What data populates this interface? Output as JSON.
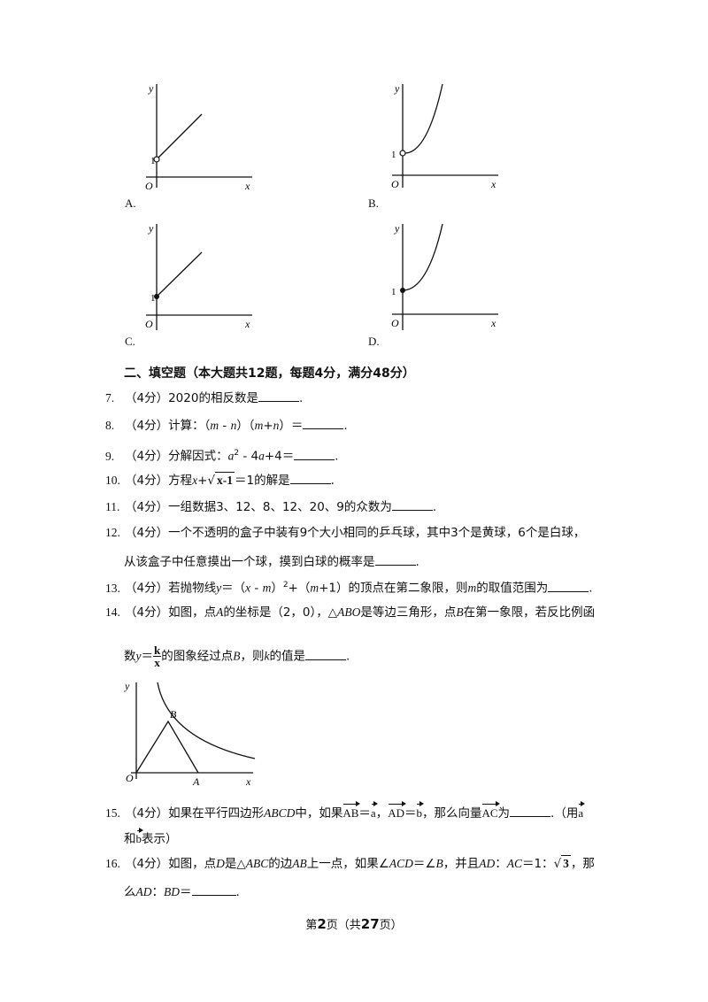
{
  "options": {
    "a": "A.",
    "b": "B.",
    "c": "C.",
    "d": "D."
  },
  "axis": {
    "x": "x",
    "y": "y",
    "origin": "O",
    "one": "1"
  },
  "section": {
    "title": "二、填空题（本大题共12题，每题4分，满分48分）"
  },
  "questions": {
    "q7": {
      "num": "7.",
      "score": "（4分）",
      "text": "2020的相反数是",
      "end": "."
    },
    "q8": {
      "num": "8.",
      "score": "（4分）",
      "pre": "计算：（",
      "m": "m",
      "minus": " - ",
      "n": "n",
      "mid": "）（",
      "m2": "m",
      "plus": "+",
      "n2": "n",
      "post": "）＝",
      "end": "."
    },
    "q9": {
      "num": "9.",
      "score": "（4分）",
      "pre": "分解因式：",
      "a": "a",
      "sup": "2",
      "mid": " - 4",
      "a2": "a",
      "post": "+4＝",
      "end": "."
    },
    "q10": {
      "num": "10.",
      "score": "（4分）",
      "pre": "方程",
      "x": "x",
      "plus": "+",
      "rad": "x-1",
      "post": "＝1的解是",
      "end": "."
    },
    "q11": {
      "num": "11.",
      "score": "（4分）",
      "text": "一组数据3、12、8、12、20、9的众数为",
      "end": "."
    },
    "q12": {
      "num": "12.",
      "score": "（4分）",
      "text": "一个不透明的盒子中装有9个大小相同的乒乓球，其中3个是黄球，6个是白球，",
      "cont": "从该盒子中任意摸出一个球，摸到白球的概率是",
      "end": "."
    },
    "q13": {
      "num": "13.",
      "score": "（4分）",
      "pre": "若抛物线",
      "y": "y",
      "eq": "＝（",
      "x": "x",
      "minus": " - ",
      "m": "m",
      "close": "）",
      "sup": "2",
      "plus": "+（",
      "m2": "m",
      "post": "+1）的顶点在第二象限，则",
      "m3": "m",
      "post2": "的取值范围为",
      "end": "."
    },
    "q14": {
      "num": "14.",
      "score": "（4分）",
      "pre": "如图，点",
      "A": "A",
      "mid": "的坐标是（2，0），△",
      "ABO": "ABO",
      "mid2": "是等边三角形，点",
      "B": "B",
      "post": "在第一象限，若反比例函",
      "cont_pre": "数",
      "y": "y",
      "eq": "＝",
      "k": "k",
      "xden": "x",
      "cont_mid": "的图象经过点",
      "B2": "B",
      "cont_post": "，则",
      "k2": "k",
      "cont_end": "的值是",
      "end": "."
    },
    "q15": {
      "num": "15.",
      "score": "（4分）",
      "pre": "如果在平行四边形",
      "ABCD": "ABCD",
      "mid": "中，如果",
      "AB": "AB",
      "eq1": "＝",
      "a": "a",
      "sep": "，",
      "AD": "AD",
      "eq2": "＝",
      "b": "b",
      "mid2": "，那么向量",
      "AC": "AC",
      "post": "为",
      "end": ".（用",
      "a2": "a",
      "cont_pre": "和",
      "b2": "b",
      "cont_post": "表示）"
    },
    "q16": {
      "num": "16.",
      "score": "（4分）",
      "pre": "如图，点",
      "D": "D",
      "mid": "是△",
      "ABC": "ABC",
      "mid2": "的边",
      "AB": "AB",
      "mid3": "上一点，如果∠",
      "ACD": "ACD",
      "mid4": "＝∠",
      "B": "B",
      "mid5": "，并且",
      "AD": "AD",
      "colon": "：",
      "AC": "AC",
      "ratio": "＝1：",
      "sqrt3": "3",
      "post": "，那",
      "cont_pre": "么",
      "AD2": "AD",
      "colon2": "：",
      "BD": "BD",
      "cont_eq": "＝",
      "end": "."
    }
  },
  "fig14": {
    "x": "x",
    "y": "y",
    "O": "O",
    "A": "A",
    "B": "B"
  },
  "footer": {
    "pre": "第",
    "page": "2",
    "mid": "页（共",
    "total": "27",
    "post": "页）"
  }
}
